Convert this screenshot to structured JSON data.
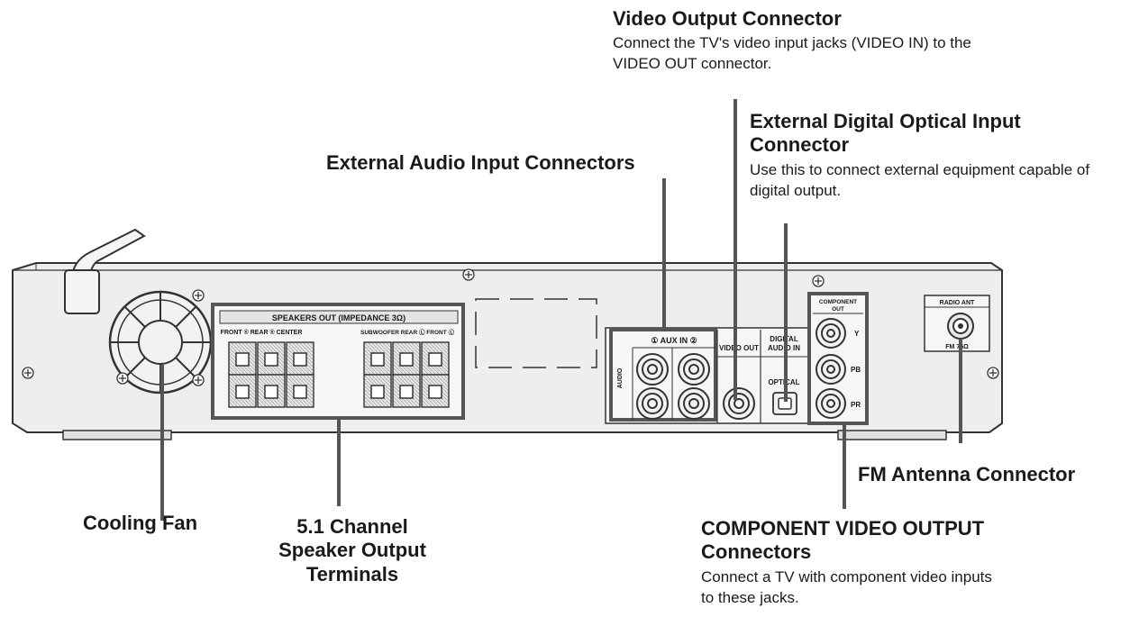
{
  "callouts": {
    "video_out": {
      "title": "Video Output Connector",
      "desc": "Connect the TV's video input jacks (VIDEO IN) to the VIDEO OUT connector."
    },
    "ext_audio": {
      "title": "External Audio Input Connectors"
    },
    "optical": {
      "title": "External Digital Optical Input Connector",
      "desc": "Use this to connect external equipment capable of digital output."
    },
    "fan": {
      "title": "Cooling Fan"
    },
    "speaker": {
      "title": "5.1 Channel Speaker Output Terminals"
    },
    "component": {
      "title": "COMPONENT VIDEO OUTPUT Connectors",
      "desc": "Connect a TV with component video inputs to these jacks."
    },
    "fm": {
      "title": "FM Antenna Connector"
    }
  },
  "panel": {
    "speakers_header": "SPEAKERS OUT (IMPEDANCE 3Ω)",
    "front_r": "FRONT ® REAR ® CENTER",
    "sub_rear_front": "SUBWOOFER  REAR Ⓛ  FRONT Ⓛ",
    "aux_in": "① AUX IN ②",
    "audio": "AUDIO",
    "video_out": "VIDEO OUT",
    "digital": "DIGITAL",
    "audio_in": "AUDIO IN",
    "optical": "OPTICAL",
    "component_out_1": "COMPONENT",
    "component_out_2": "OUT",
    "y": "Y",
    "pb": "PB",
    "pr": "PR",
    "radio_ant": "RADIO ANT",
    "fm75": "FM 75Ω"
  }
}
